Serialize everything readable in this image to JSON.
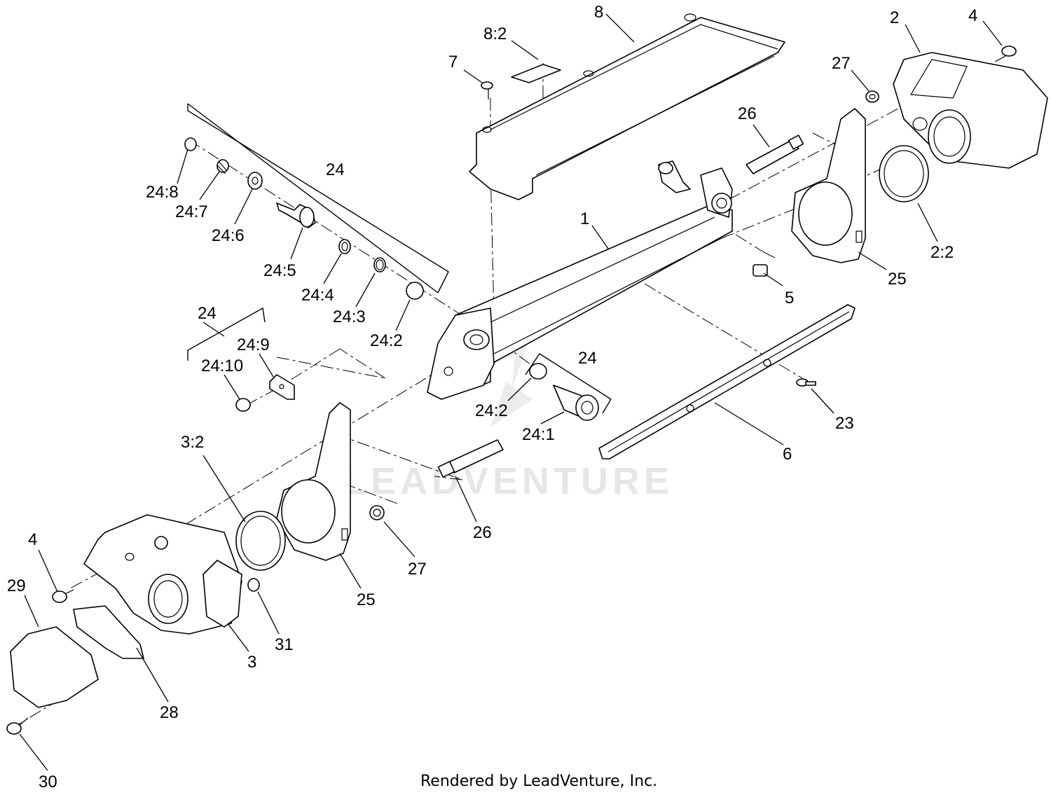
{
  "watermark": "LEADVENTURE",
  "footer": "Rendered by LeadVenture, Inc.",
  "callouts": {
    "c1": "1",
    "c2": "2",
    "c2_2": "2:2",
    "c3": "3",
    "c3_2": "3:2",
    "c4a": "4",
    "c4b": "4",
    "c5": "5",
    "c6": "6",
    "c7": "7",
    "c8": "8",
    "c8_2": "8:2",
    "c23": "23",
    "c24a": "24",
    "c24b": "24",
    "c24c": "24",
    "c24_1": "24:1",
    "c24_2a": "24:2",
    "c24_2b": "24:2",
    "c24_3": "24:3",
    "c24_4": "24:4",
    "c24_5": "24:5",
    "c24_6": "24:6",
    "c24_7": "24:7",
    "c24_8": "24:8",
    "c24_9": "24:9",
    "c24_10": "24:10",
    "c25a": "25",
    "c25b": "25",
    "c26a": "26",
    "c26b": "26",
    "c27a": "27",
    "c27b": "27",
    "c28": "28",
    "c29": "29",
    "c30": "30",
    "c31": "31"
  }
}
